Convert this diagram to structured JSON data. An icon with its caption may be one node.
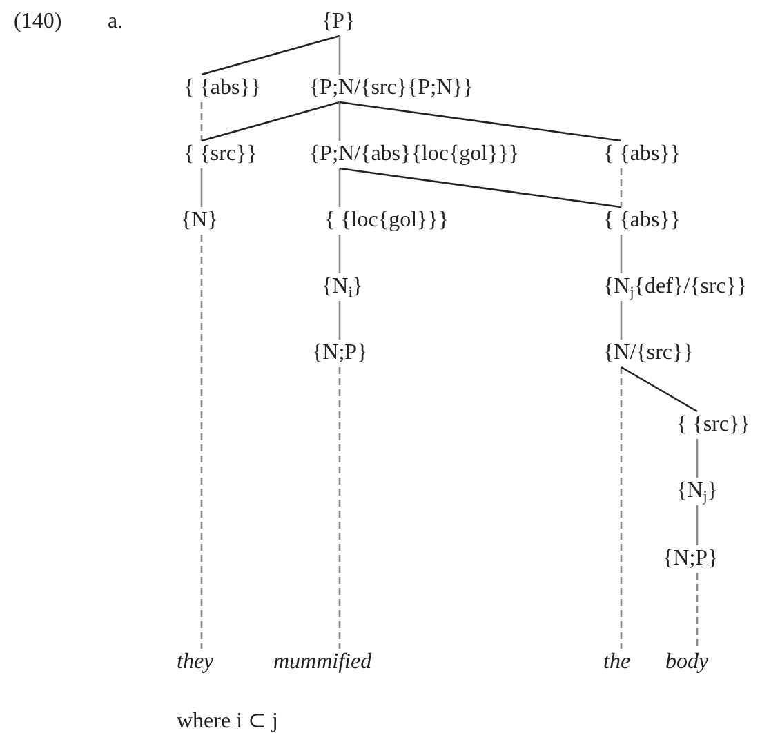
{
  "diagram": {
    "nodes": [
      {
        "text": [
          "{P}"
        ]
      },
      {
        "text": [
          "{ {abs}}"
        ]
      },
      {
        "text": [
          "{P;N/{src}{P;N}}"
        ]
      },
      {
        "text": [
          "{ {src}}"
        ]
      },
      {
        "text": [
          "{P;N/{abs}{loc{gol}}}"
        ]
      },
      {
        "text": [
          "{ {abs}}"
        ]
      },
      {
        "text": [
          "{N}"
        ]
      },
      {
        "text": [
          "{ {loc{gol}}}"
        ]
      },
      {
        "text": [
          "{ {abs}}"
        ]
      },
      {
        "text": [
          "{N$_{i}$}"
        ]
      },
      {
        "text": [
          "{N;P}"
        ]
      },
      {
        "text": [
          "{N$_{j}${def}/{src}}"
        ]
      },
      {
        "text": [
          "{N/{src}}"
        ]
      },
      {
        "text": [
          "{ {src}}"
        ]
      },
      {
        "text": [
          "{N$_{j}$}"
        ]
      },
      {
        "text": [
          "{N;P}"
        ]
      },
      {
        "text": [
          "they"
        ]
      },
      {
        "text": [
          "mummified"
        ]
      },
      {
        "text": [
          "the"
        ]
      },
      {
        "text": [
          "body"
        ]
      }
    ],
    "edges": [
      {
        "from": 0,
        "to": 1,
        "arrow": "none",
        "color": "#222222"
      },
      {
        "from": 0,
        "to": 2,
        "arrow": "none"
      },
      {
        "from": 1,
        "to": 3,
        "arrow": "none",
        "style": "dashed"
      },
      {
        "from": 2,
        "to": 3,
        "arrow": "none",
        "color": "#222222"
      },
      {
        "from": 2,
        "to": 4,
        "arrow": "none"
      },
      {
        "from": 2,
        "to": 5,
        "arrow": "none",
        "color": "#222222"
      },
      {
        "from": 3,
        "to": 6,
        "arrow": "none"
      },
      {
        "from": 4,
        "to": 7,
        "arrow": "none"
      },
      {
        "from": 4,
        "to": 8,
        "arrow": "none",
        "color": "#222222"
      },
      {
        "from": 5,
        "to": 8,
        "arrow": "none",
        "style": "dashed"
      },
      {
        "from": 6,
        "to": 16,
        "arrow": "none",
        "style": "dashed"
      },
      {
        "from": 7,
        "to": 9,
        "arrow": "none"
      },
      {
        "from": 9,
        "to": 10,
        "arrow": "none"
      },
      {
        "from": 10,
        "to": 17,
        "arrow": "none",
        "style": "dashed"
      },
      {
        "from": 8,
        "to": 11,
        "arrow": "none"
      },
      {
        "from": 11,
        "to": 12,
        "arrow": "none"
      },
      {
        "from": 12,
        "to": 18,
        "arrow": "none",
        "style": "dashed"
      },
      {
        "from": 12,
        "to": 13,
        "arrow": "none",
        "color": "#222222"
      },
      {
        "from": 13,
        "to": 14,
        "arrow": "none"
      },
      {
        "from": 14,
        "to": 15,
        "arrow": "none"
      },
      {
        "from": 15,
        "to": 19,
        "arrow": "none",
        "style": "dashed"
      }
    ],
    "labels": [
      "(140)",
      "a.",
      "where i ⊂ j"
    ]
  }
}
